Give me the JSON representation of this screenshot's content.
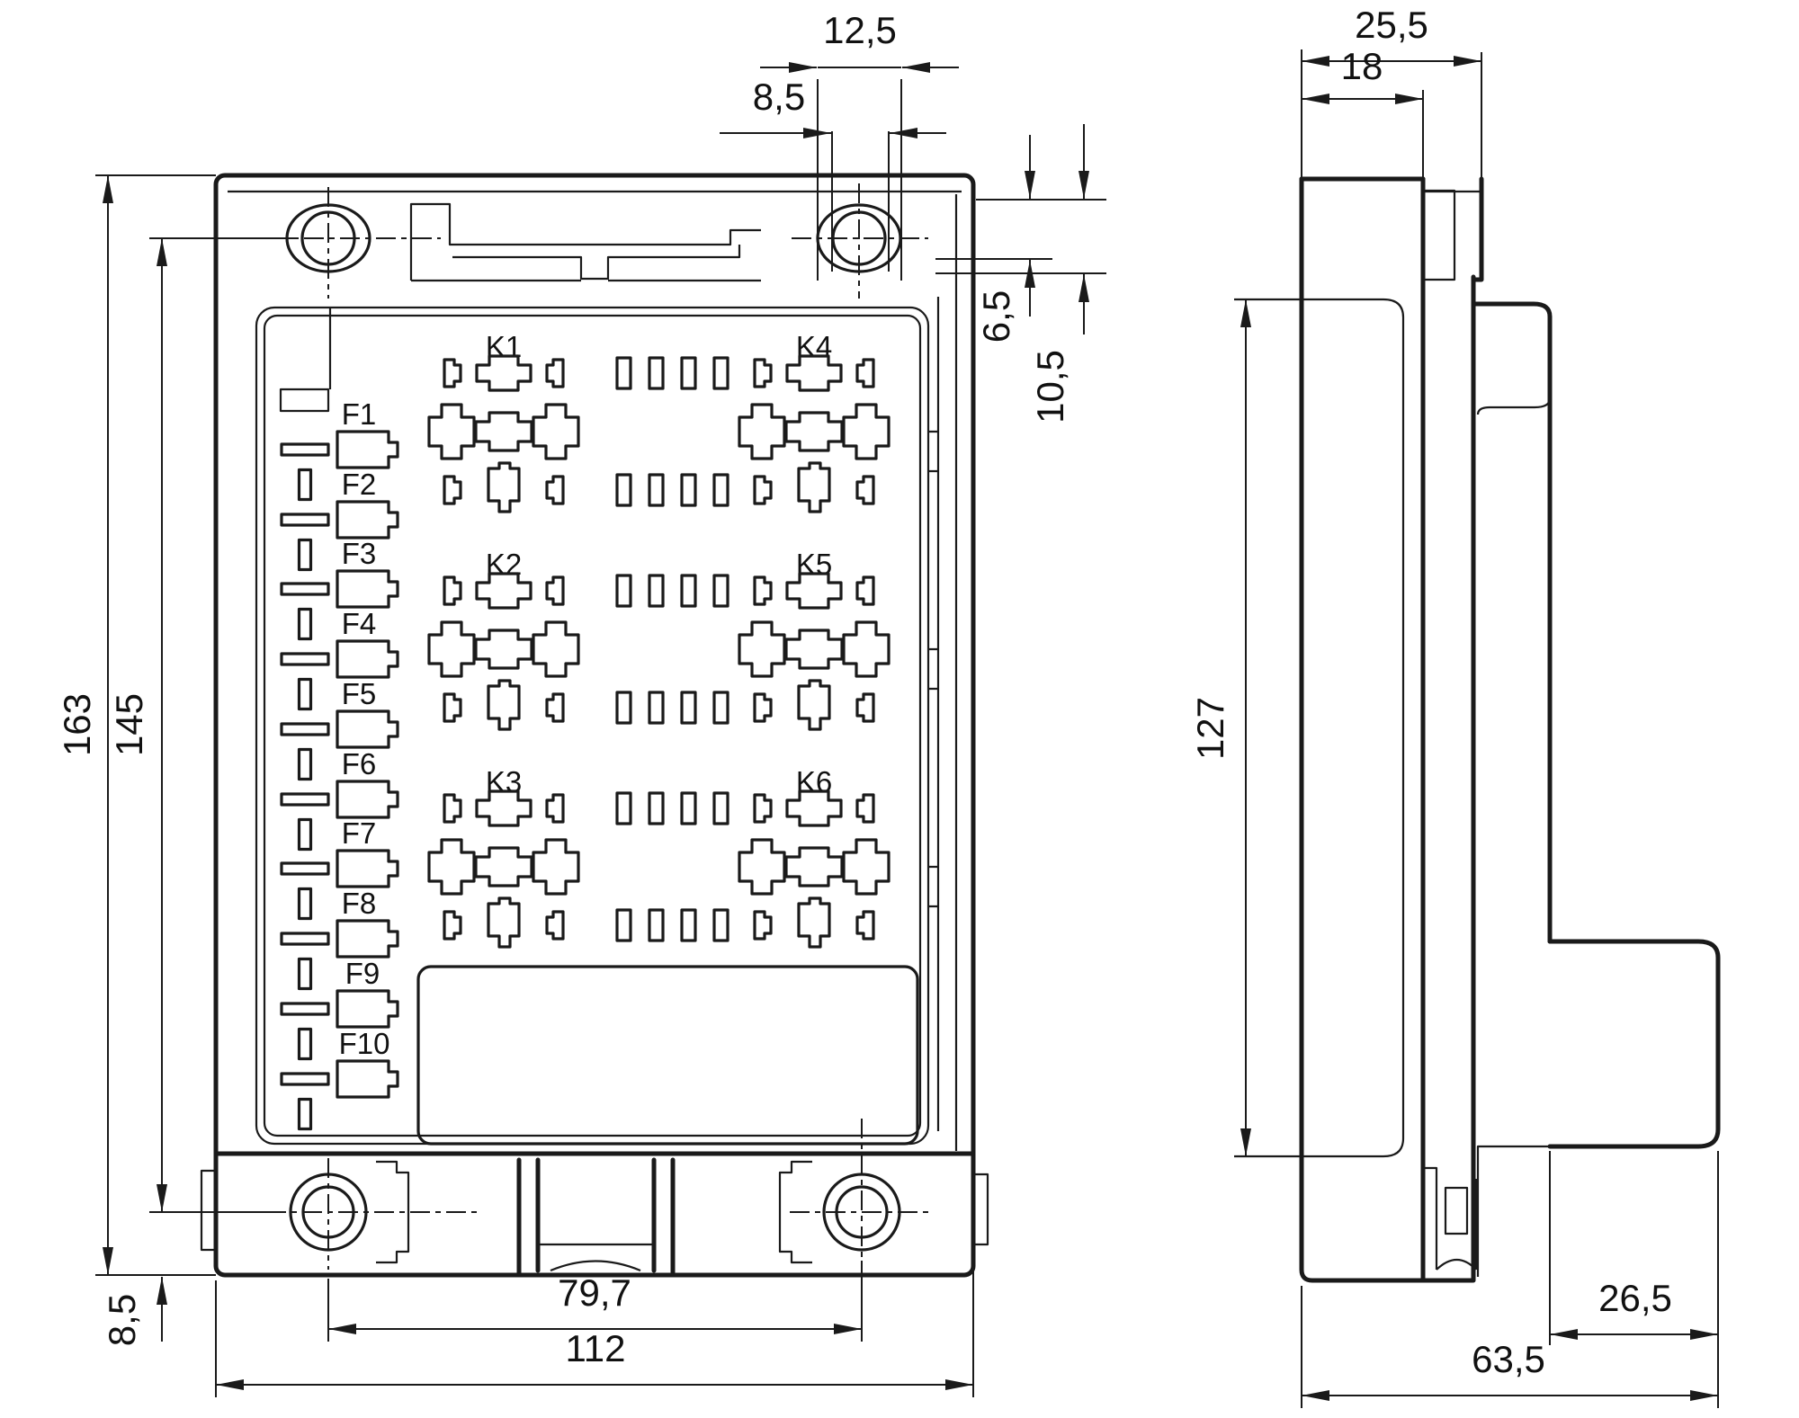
{
  "front_view": {
    "relay_labels": [
      "K1",
      "K2",
      "K3",
      "K4",
      "K5",
      "K6"
    ],
    "fuse_labels": [
      "F1",
      "F2",
      "F3",
      "F4",
      "F5",
      "F6",
      "F7",
      "F8",
      "F9",
      "F10"
    ],
    "dimensions": {
      "overall_height": "163",
      "hole_pitch_vertical": "145",
      "hole_bottom_offset": "8,5",
      "hole_pitch_horizontal": "79,7",
      "overall_width": "112",
      "top_slot_outer": "12,5",
      "top_slot_inner": "8,5",
      "top_offset_a": "6,5",
      "top_offset_b": "10,5"
    }
  },
  "side_view": {
    "dimensions": {
      "top_depth": "25,5",
      "front_depth": "18",
      "body_height": "127",
      "rear_depth": "26,5",
      "overall_depth": "63,5"
    }
  },
  "line_color": "#1a1a1a"
}
